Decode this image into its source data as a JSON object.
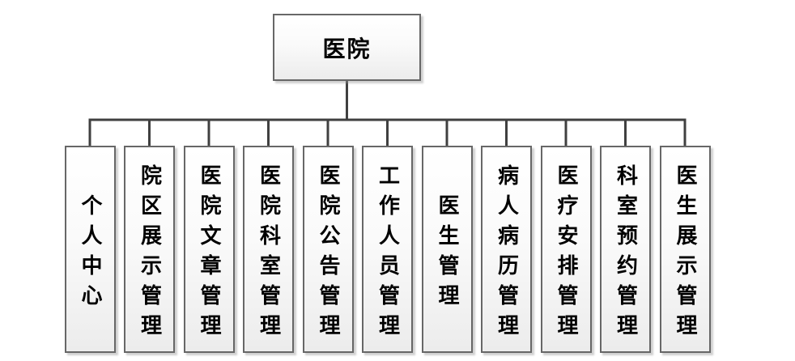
{
  "diagram": {
    "type": "org-chart",
    "root": {
      "label": "医院"
    },
    "children": [
      {
        "label": "个人中心"
      },
      {
        "label": "院区展示管理"
      },
      {
        "label": "医院文章管理"
      },
      {
        "label": "医院科室管理"
      },
      {
        "label": "医院公告管理"
      },
      {
        "label": "工作人员管理"
      },
      {
        "label": "医生管理"
      },
      {
        "label": "病人病历管理"
      },
      {
        "label": "医疗安排管理"
      },
      {
        "label": "科室预约管理"
      },
      {
        "label": "医生展示管理"
      }
    ],
    "colors": {
      "connector_line": "#404040",
      "node_border": "#676767",
      "node_fill_top": "#ffffff",
      "node_fill_bottom": "#ececec",
      "text": "#000000",
      "background": "#ffffff"
    }
  }
}
